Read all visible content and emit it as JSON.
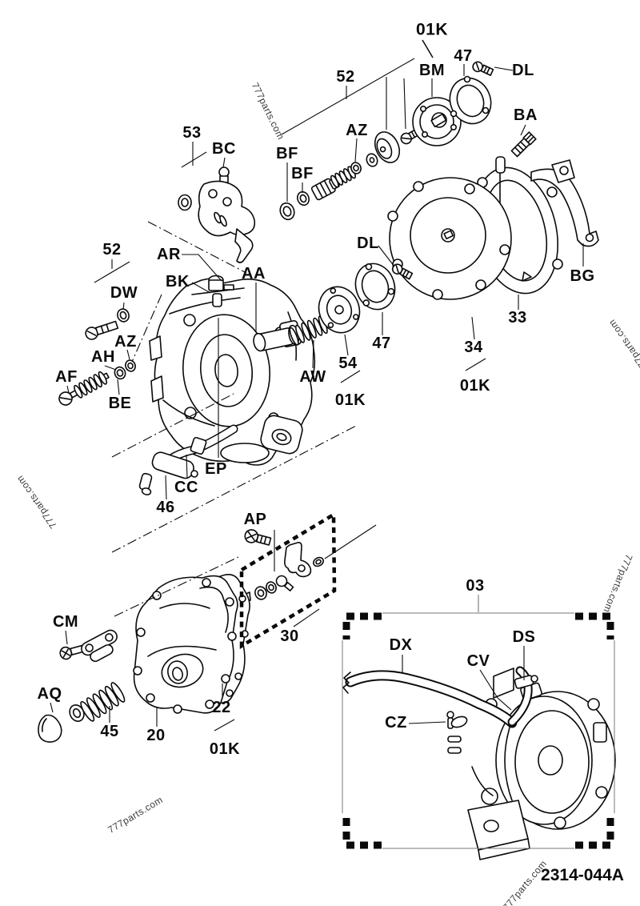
{
  "diagram": {
    "code": "2314-044A",
    "watermark": "777parts.com",
    "labels": {
      "k01_top": "01K",
      "n52_top": "52",
      "bm": "BM",
      "n47_top": "47",
      "dl_top": "DL",
      "ba": "BA",
      "az_top": "AZ",
      "bf_1": "BF",
      "bf_2": "BF",
      "n53": "53",
      "bc": "BC",
      "ar": "AR",
      "bk": "BK",
      "aa": "AA",
      "n52_left": "52",
      "dw": "DW",
      "az_left": "AZ",
      "ah": "AH",
      "af": "AF",
      "be": "BE",
      "dl_mid": "DL",
      "n47_mid": "47",
      "n54": "54",
      "k01_54": "01K",
      "aw": "AW",
      "n34": "34",
      "k01_34": "01K",
      "n33": "33",
      "bg": "BG",
      "ep": "EP",
      "cc": "CC",
      "n46": "46",
      "ap": "AP",
      "n30": "30",
      "cm": "CM",
      "aq": "AQ",
      "n45": "45",
      "n20": "20",
      "n22": "22",
      "k01_22": "01K",
      "n03": "03",
      "dx": "DX",
      "ds": "DS",
      "cv": "CV",
      "cz": "CZ"
    }
  }
}
